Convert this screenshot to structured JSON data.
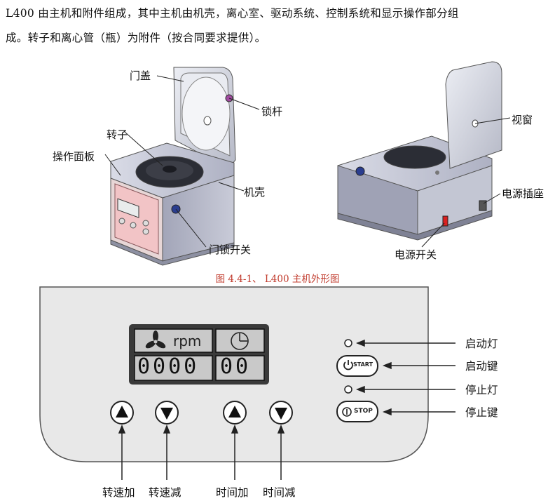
{
  "paragraph": {
    "line1": "L400 由主机和附件组成，其中主机由机壳，离心室、驱动系统、控制系统和显示操作部分组",
    "line2": "成。转子和离心管（瓶）为附件（按合同要求提供）。"
  },
  "figure_labels": {
    "door_cover": "门盖",
    "lock_rod": "锁杆",
    "rotor": "转子",
    "operation_panel": "操作面板",
    "housing": "机壳",
    "door_lock_switch": "门锁开关",
    "view_window": "视窗",
    "power_socket": "电源插座",
    "power_switch": "电源开关"
  },
  "caption": "图 4.4-1、  L400 主机外形图",
  "display": {
    "rpm_unit": "rpm",
    "speed_value": "0000",
    "time_value": "00"
  },
  "buttons": {
    "start_text": "START",
    "stop_text": "STOP"
  },
  "panel_labels": {
    "start_light": "启动灯",
    "start_key": "启动键",
    "stop_light": "停止灯",
    "stop_key": "停止键"
  },
  "bottom_labels": {
    "speed_up": "转速加",
    "speed_down": "转速减",
    "time_up": "时间加",
    "time_down": "时间减"
  }
}
